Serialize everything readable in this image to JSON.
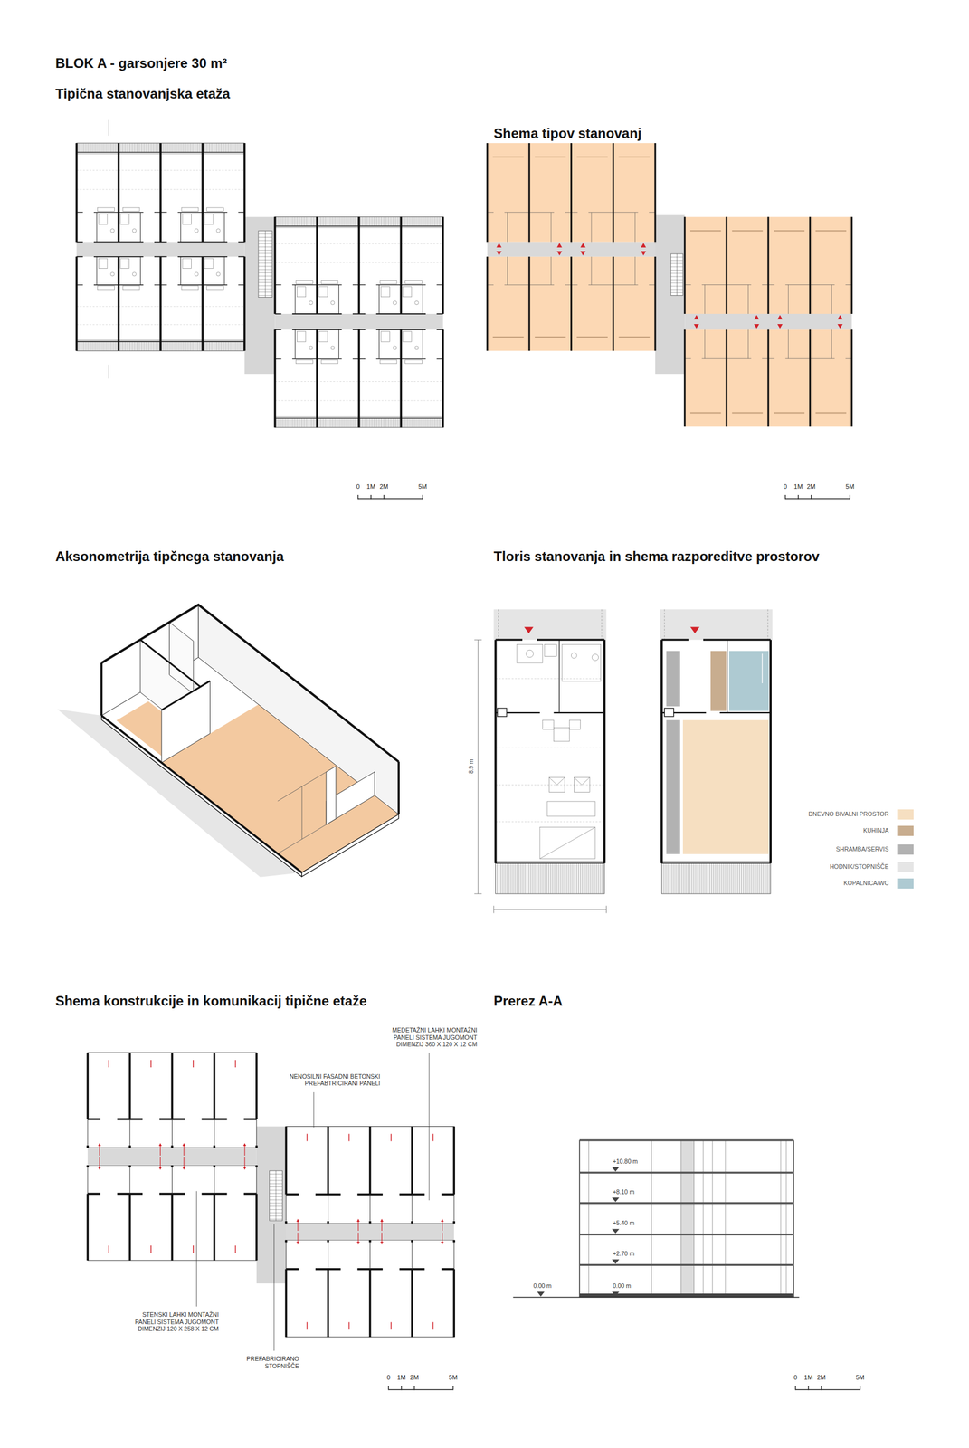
{
  "diagram": {
    "title": "BLOK A - garsonjere 30 m²",
    "labels": [
      "Tipična stanovanjska etaža",
      "Shema tipov stanovanj",
      "0",
      "1M",
      "2M",
      "5M",
      "0",
      "1M",
      "2M",
      "5M",
      "Aksonometrija tipčnega stanovanja",
      "Tloris stanovanja in shema razporeditve prostorov",
      "8.9 m",
      "Shema konstrukcije in komunikacij tipične etaže",
      "MEDETAŽNI LAHKI MONTAŽNI PANELI SISTEMA JUGOMONT DIMENZIJ 360 X 120 X 12 CM",
      "NENOSILNI FASADNI BETONSKI PREFABTRICIRANI PANELI",
      "STENSKI LAHKI MONTAŽNI PANELI SISTEMA JUGOMONT DIMENZIJ 120 X 258 X 12 CM",
      "PREFABRICIRANO STOPNIŠČE",
      "0",
      "1M",
      "2M",
      "5M",
      "Prerez A-A",
      "+10.80 m",
      "+8.10 m",
      "+5.40 m",
      "+2.70 m",
      "0.00 m",
      "0.00 m",
      "0",
      "1M",
      "2M",
      "5M"
    ],
    "legend": [
      {
        "text": "DNEVNO BIVALNI PROSTOR",
        "color": "#f6dfc1"
      },
      {
        "text": "KUHINJA",
        "color": "#c8ad8f"
      },
      {
        "text": "SHRAMBA/SERVIS",
        "color": "#b2b2b2"
      },
      {
        "text": "HODNIK/STOPNIŠČE",
        "color": "#e5e5e5"
      },
      {
        "text": "KOPALNICA/WC",
        "color": "#aecad2"
      }
    ]
  }
}
